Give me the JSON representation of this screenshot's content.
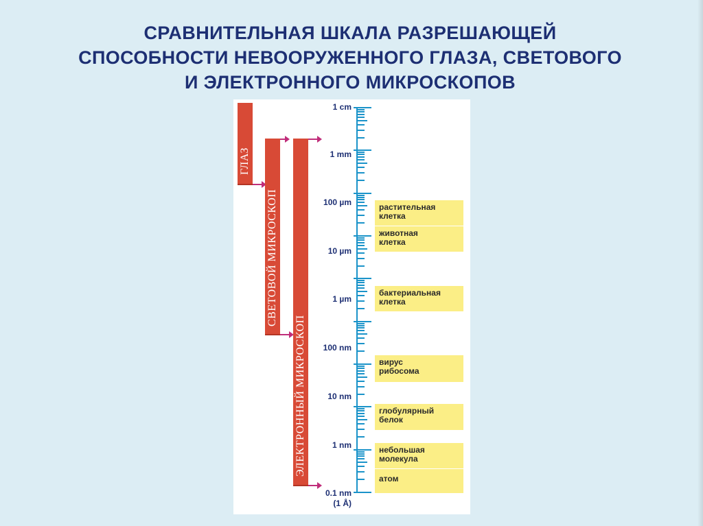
{
  "title": {
    "line1": "СРАВНИТЕЛЬНАЯ ШКАЛА РАЗРЕШАЮЩЕЙ",
    "line2": "СПОСОБНОСТИ НЕВООРУЖЕННОГО ГЛАЗА, СВЕТОВОГО",
    "line3": "И ЭЛЕКТРОННОГО МИКРОСКОПОВ"
  },
  "bars": {
    "eye": "ГЛАЗ",
    "light": "СВЕТОВОЙ МИКРОСКОП",
    "electron": "ЭЛЕКТРОННЫЙ МИКРОСКОП"
  },
  "scale": {
    "cm1": "1 cm",
    "mm1": "1 mm",
    "um100": "100 µm",
    "um10": "10 µm",
    "um1": "1 µm",
    "nm100": "100 nm",
    "nm10": "10 nm",
    "nm1": "1 nm",
    "nm01": "0.1 nm",
    "angstrom": "(1 Å)"
  },
  "items": {
    "plant_1": "растительная",
    "plant_2": "клетка",
    "animal_1": "животная",
    "animal_2": "клетка",
    "bacteria_1": "бактериальная",
    "bacteria_2": "клетка",
    "virus_1": "вирус",
    "virus_2": "рибосома",
    "protein_1": "глобулярный",
    "protein_2": "белок",
    "molecule_1": "небольшая",
    "molecule_2": "молекула",
    "atom": "атом"
  },
  "colors": {
    "bar": "#d84a36",
    "arrow": "#c02d7a",
    "axis": "#1a93c9",
    "item": "#fbee86",
    "title": "#1d2f73"
  }
}
